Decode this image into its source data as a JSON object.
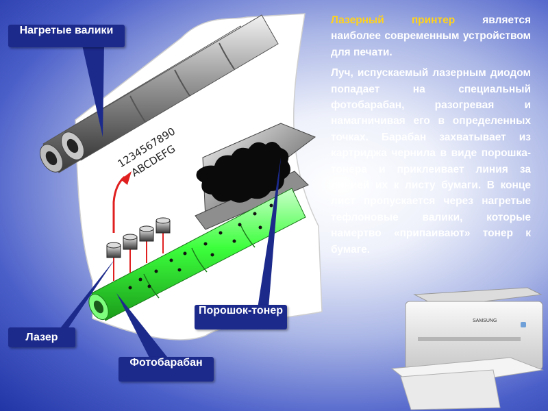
{
  "labels": {
    "heated_rollers": "Нагретые валики",
    "laser": "Лазер",
    "drum": "Фотобарабан",
    "toner": "Порошок-тонер"
  },
  "paper_print": {
    "line1": "1234567890",
    "line2": "ABCDEFG"
  },
  "description": {
    "highlight": "Лазерный принтер",
    "intro_rest": " является наиболее современным устройством для печати.",
    "body": "Луч, испускаемый лазерным диодом попадает на специальный фотобарабан, разогревая и намагничивая его в определенных точках. Барабан захватывает из картриджа чернила в виде порошка-тонера и приклеивает линия за линией их к листу бумаги. В конце лист пропускается через нагретые тефлоновые валики, которые намертво «припаивают» тонер к бумаге."
  },
  "printer_brand": "SAMSUNG",
  "colors": {
    "callout_bg": "#1c2a8c",
    "highlight": "#ffd21c",
    "drum_green": "#3cff3c",
    "arrow_red": "#e02020"
  }
}
